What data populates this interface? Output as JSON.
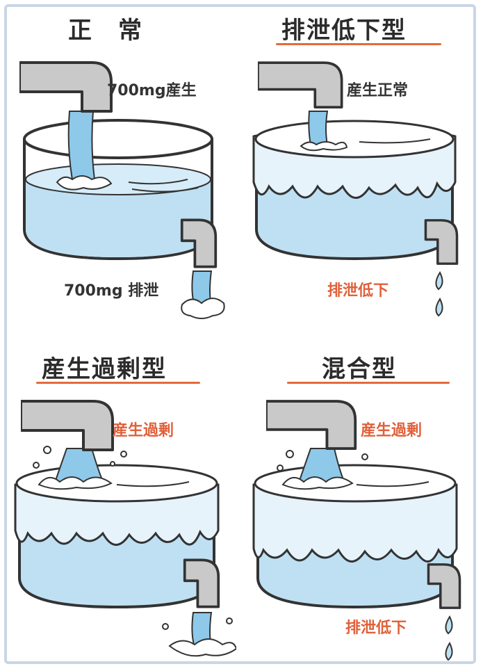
{
  "colors": {
    "title_underline": "#e36a3a",
    "label_red": "#e0603a",
    "water": "#bfe0f3",
    "pipe": "#c9c9c9"
  },
  "panels": [
    {
      "id": "normal",
      "title": "正　常",
      "top_label": "700mg産生",
      "bottom_label": "700mg 排泄"
    },
    {
      "id": "excretion-low",
      "title": "排泄低下型",
      "top_label": "産生正常",
      "bottom_label": "排泄低下"
    },
    {
      "id": "overproduction",
      "title": "産生過剰型",
      "top_label": "産生過剰"
    },
    {
      "id": "mixed",
      "title": "混合型",
      "top_label": "産生過剰",
      "bottom_label": "排泄低下"
    }
  ]
}
